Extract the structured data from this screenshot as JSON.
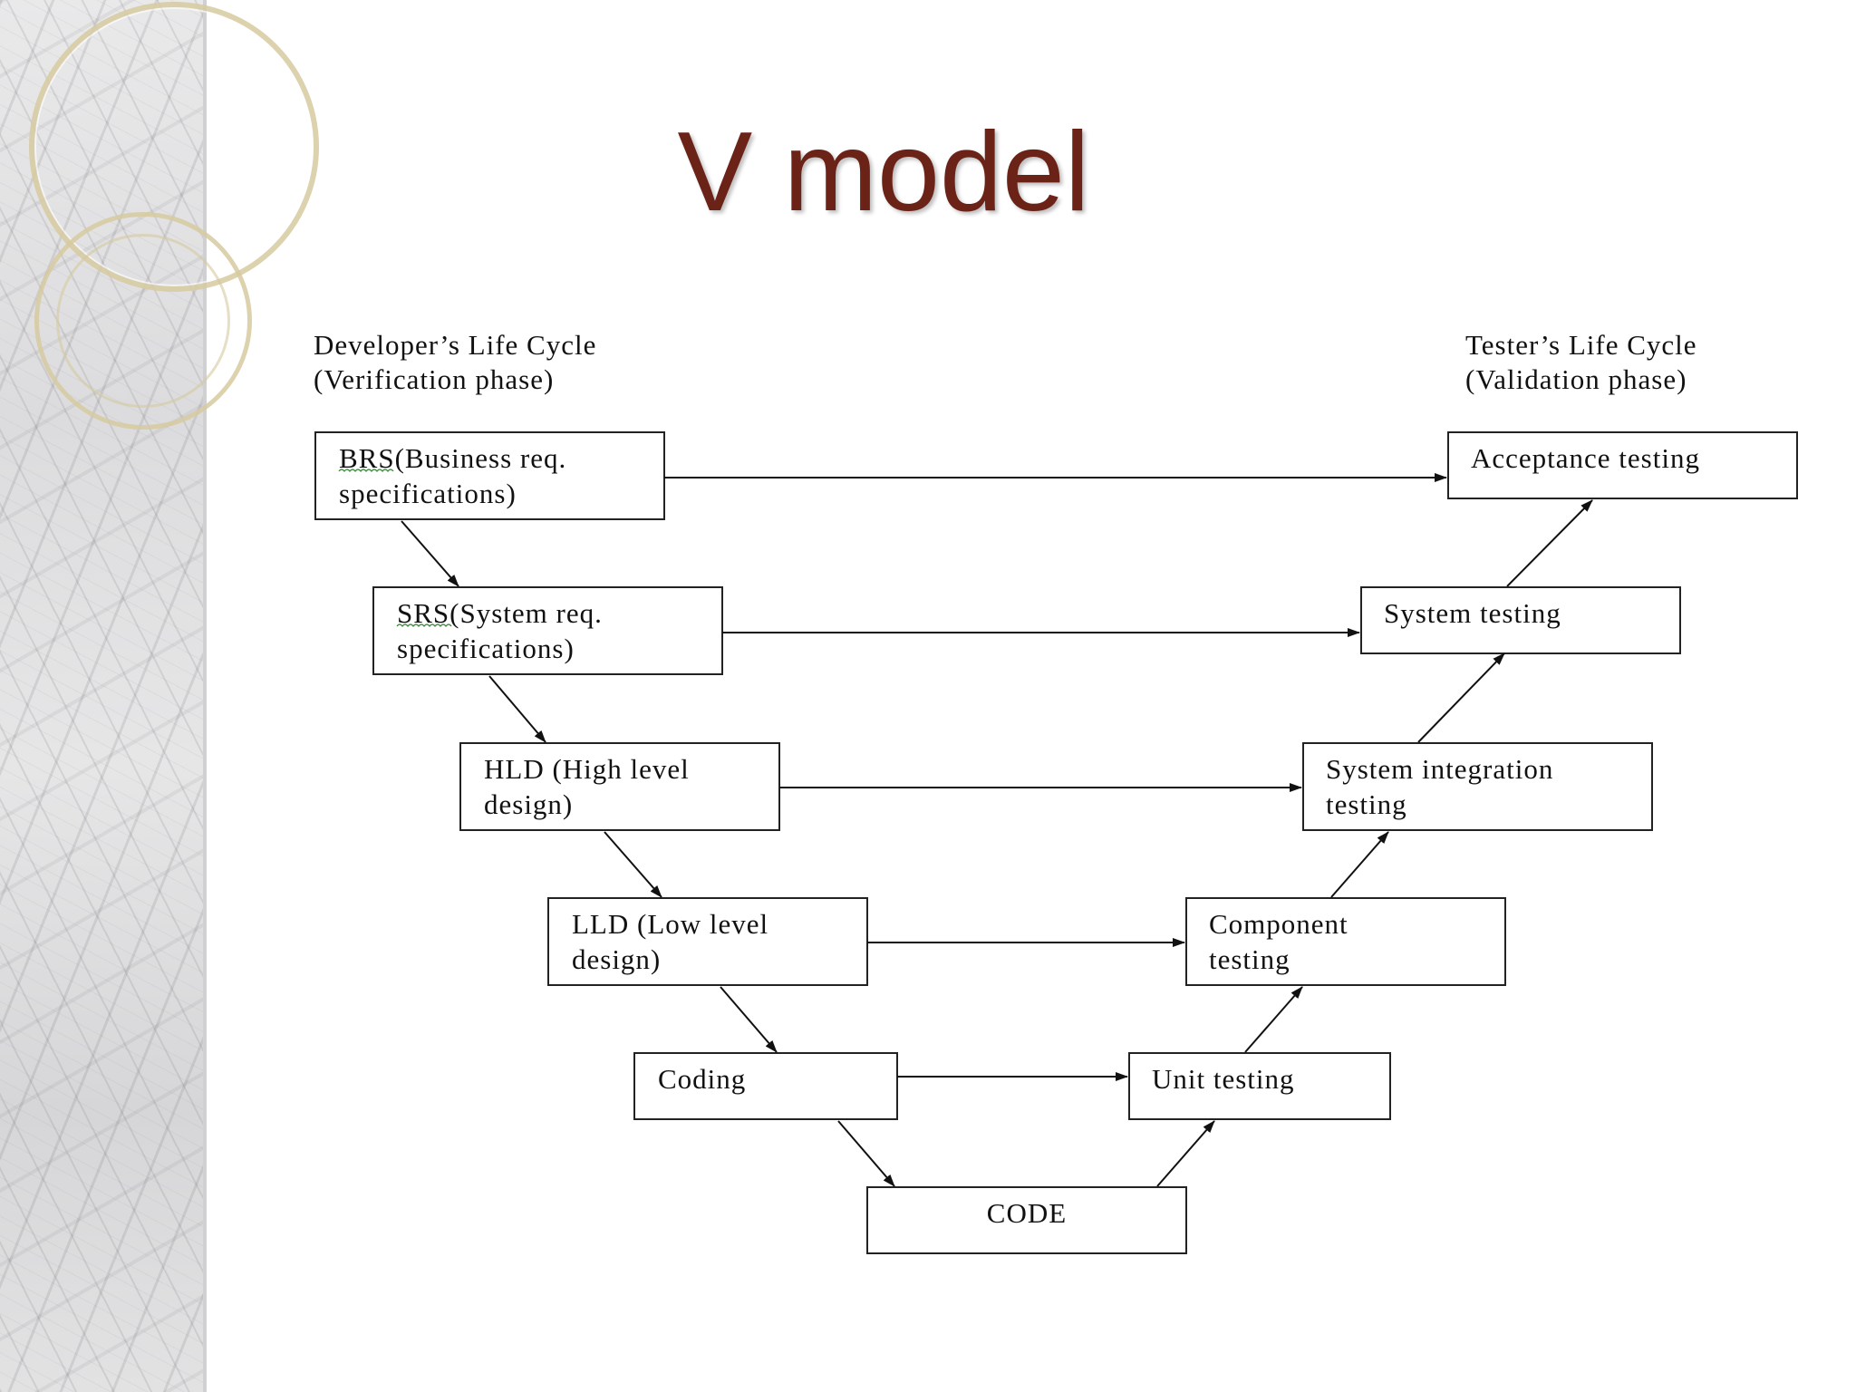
{
  "slide": {
    "title": "V model"
  },
  "diagram": {
    "left_heading": [
      "Developer’s Life Cycle",
      "(Verification phase)"
    ],
    "right_heading": [
      "Tester’s Life Cycle",
      "(Validation phase)"
    ],
    "left_boxes": [
      {
        "id": "brs",
        "lines": [
          "BRS(Business req.",
          "specifications)"
        ]
      },
      {
        "id": "srs",
        "lines": [
          "SRS(System req.",
          "specifications)"
        ]
      },
      {
        "id": "hld",
        "lines": [
          "HLD (High level",
          "design)"
        ]
      },
      {
        "id": "lld",
        "lines": [
          "LLD (Low level",
          "design)"
        ]
      },
      {
        "id": "coding",
        "lines": [
          "Coding"
        ]
      }
    ],
    "bottom_box": {
      "id": "code",
      "lines": [
        "CODE"
      ]
    },
    "right_boxes": [
      {
        "id": "acceptance-testing",
        "lines": [
          "Acceptance testing"
        ]
      },
      {
        "id": "system-testing",
        "lines": [
          "System testing"
        ]
      },
      {
        "id": "system-integration-testing",
        "lines": [
          "System integration",
          "testing"
        ]
      },
      {
        "id": "component-testing",
        "lines": [
          "Component",
          "testing"
        ]
      },
      {
        "id": "unit-testing",
        "lines": [
          "Unit testing"
        ]
      }
    ]
  }
}
